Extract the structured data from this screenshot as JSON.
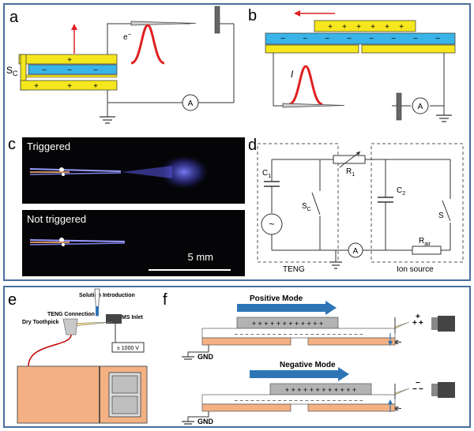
{
  "panels": {
    "a": {
      "letter": "a",
      "sc_label": "S",
      "sc_sub": "C",
      "electron_label": "e",
      "electron_sup": "−",
      "ammeter": "A",
      "plus_sign": "+",
      "minus_sign": "−"
    },
    "b": {
      "letter": "b",
      "current_label": "I",
      "ammeter": "A",
      "plus_sign": "+",
      "minus_sign": "−"
    },
    "c": {
      "letter": "c",
      "triggered": "Triggered",
      "not_triggered": "Not triggered",
      "scale_bar": "5 mm"
    },
    "d": {
      "letter": "d",
      "c1": "C",
      "c1_sub": "1",
      "sc": "S",
      "sc_sub": "C",
      "r1": "R",
      "r1_sub": "1",
      "c2": "C",
      "c2_sub": "2",
      "s": "S",
      "rair": "R",
      "rair_sub": "air",
      "ammeter": "A",
      "source_symbol": "~",
      "teng": "TENG",
      "ion_source": "Ion source"
    },
    "e": {
      "letter": "e",
      "solution": "Solution Introduction",
      "teng_conn": "TENG Connection",
      "ms_inlet": "MS Inlet",
      "toothpick": "Dry Toothpick",
      "voltage": "± 1000 V"
    },
    "f": {
      "letter": "f",
      "positive_mode": "Positive Mode",
      "negative_mode": "Negative Mode",
      "gnd": "GND",
      "electron": "e-",
      "plus_row": "+ + + + + + + + + + + +",
      "minus_row": "− − − − − − − − − − − − − − − − − − − − − − − −",
      "ions_pos": "+",
      "ions_neg": "−"
    }
  },
  "colors": {
    "yellow": "#f5e61e",
    "blue": "#3ab4e6",
    "red": "#e02020",
    "frame": "#4a6f9c",
    "gray": "#b3b3b3",
    "orange": "#f4b183",
    "arrow_blue": "#2e75b6"
  }
}
